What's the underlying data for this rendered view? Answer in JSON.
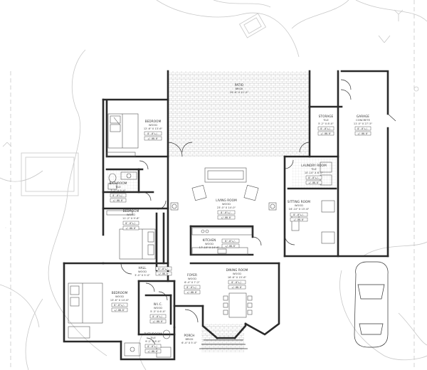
{
  "rooms": [
    {
      "id": "patio",
      "name": "PATIO",
      "finish": "BRICK",
      "dims": "29'-6\" X 11'-5\""
    },
    {
      "id": "bedroom-1",
      "name": "BEDROOM",
      "finish": "WOOD",
      "dims": "12'-6\" X 13'-6\"",
      "height": "8'-0\"+/-",
      "level": "+/-00.0'"
    },
    {
      "id": "storage",
      "name": "STORAGE",
      "finish": "TILE",
      "dims": "5'-2\" X 8'-0\"",
      "height": "8'-0\"+/-",
      "level": "+/-00.0'"
    },
    {
      "id": "garage",
      "name": "GARAGE",
      "finish": "CONCRETE",
      "dims": "11'-0\" X 27'-5\"",
      "height": "8'-0\"+/-",
      "level": "+/-00.0'"
    },
    {
      "id": "laundry",
      "name": "LAUNDRY ROOM",
      "finish": "TILE",
      "dims": "10'-10\" X 6'-0\"",
      "height": "8'-0\"+/-",
      "level": "+/-00.0'"
    },
    {
      "id": "bathroom-1",
      "name": "BATHROOM",
      "finish": "TILE",
      "dims": "7'-2\" X 5'-0\"",
      "height": "8'-0\"+/-",
      "level": "+/-00.0'"
    },
    {
      "id": "living",
      "name": "LIVING ROOM",
      "finish": "WOOD",
      "dims": "23'-0\" X 14'-0\"",
      "height": "8'-0\"+/-",
      "level": "+/-00.0'"
    },
    {
      "id": "sitting",
      "name": "SITTING ROOM",
      "finish": "WOOD",
      "dims": "16'-10\" X 15'-6\"",
      "height": "8'-0\"+/-",
      "level": "+/-00.0'"
    },
    {
      "id": "bedroom-2",
      "name": "BEDROOM",
      "finish": "WOOD",
      "dims": "11'-2\" X 9'-6\"",
      "height": "8'-0\"+/-",
      "level": "+/-00.0'"
    },
    {
      "id": "kitchen",
      "name": "KITCHEN",
      "finish": "WOOD",
      "dims": "17'-10\" X 14'-6\"",
      "height": "8'-0\"+/-",
      "level": "+/-00.0'"
    },
    {
      "id": "hall",
      "name": "HALL",
      "finish": "WOOD",
      "dims": "3'-0\" X 5'-0\"",
      "height": "8'-0\"+/-",
      "level": "+/-00.0'"
    },
    {
      "id": "foyer",
      "name": "FOYER",
      "finish": "WOOD",
      "dims": "6'-4\" X 7'-2\"",
      "height": "8'-0\"+/-",
      "level": "+/-00.0'"
    },
    {
      "id": "dining",
      "name": "DINING ROOM",
      "finish": "WOOD",
      "dims": "16'-6\" X 15'-6\"",
      "height": "8'-0\"+/-",
      "level": "+/-00.0'"
    },
    {
      "id": "bedroom-3",
      "name": "BEDROOM",
      "finish": "WOOD",
      "dims": "13'-6\" X 14'-6\"",
      "height": "8'-0\"+/-",
      "level": "+/-00.0'"
    },
    {
      "id": "wic",
      "name": "W.I.C.",
      "finish": "WOOD",
      "dims": "5'-3\" X 6'-0\"",
      "height": "8'-0\"+/-",
      "level": "+/-00.0'"
    },
    {
      "id": "porch",
      "name": "PORCH",
      "finish": "BRICK",
      "dims": "6'-4\" X 5'-0\""
    },
    {
      "id": "bathroom-2",
      "name": "BATHROOM",
      "finish": "TILE",
      "dims": "9'-2\" X 8'-0\"",
      "height": "8'-0\"+/-",
      "level": "+/-00.0'"
    }
  ]
}
